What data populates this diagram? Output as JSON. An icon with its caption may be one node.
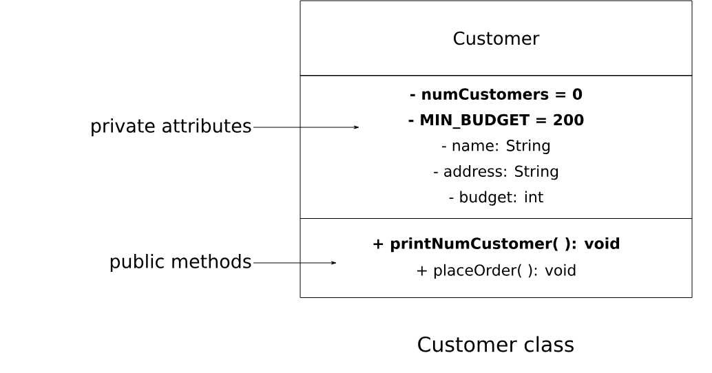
{
  "diagram": {
    "caption": "Customer class",
    "nodes": [
      {
        "text": [
          "Customer"
        ]
      },
      {
        "text": [
          "- numCustomers = 0",
          "- MIN_BUDGET = 200",
          "- name: String",
          "- address: String",
          "- budget: int"
        ]
      },
      {
        "text": [
          "+ printNumCustomer( ): void",
          "+ placeOrder( ): void"
        ]
      },
      {
        "text": [
          "private attributes"
        ]
      },
      {
        "text": [
          "public methods"
        ]
      }
    ],
    "edges": [
      {
        "from": 3,
        "to": 1,
        "arrow": "to"
      },
      {
        "from": 4,
        "to": 2,
        "arrow": "to"
      }
    ]
  }
}
